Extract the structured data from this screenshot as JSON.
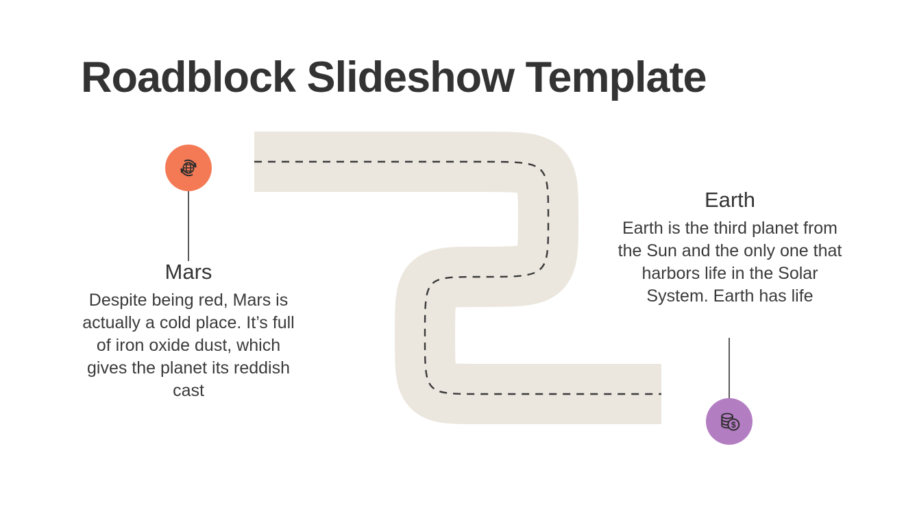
{
  "slide": {
    "background_color": "#ffffff",
    "title": "Roadblock Slideshow Template",
    "title_color": "#333333"
  },
  "road": {
    "color": "#EBE6DE",
    "center_line_color": "#3b3b3b",
    "center_line_style": "dashed",
    "shape": "s-curve"
  },
  "markers": [
    {
      "id": "mars",
      "icon_name": "globe-refresh-icon",
      "circle_color": "#F47A56",
      "icon_color": "#2b2b2b",
      "stem_color": "#5a5a5a",
      "position": "top-left"
    },
    {
      "id": "earth",
      "icon_name": "coins-dollar-icon",
      "circle_color": "#B37DC2",
      "icon_color": "#2b2b2b",
      "stem_color": "#5a5a5a",
      "position": "bottom-right"
    }
  ],
  "blocks": [
    {
      "id": "mars",
      "heading": "Mars",
      "body": "Despite being red, Mars is actually a cold place. It’s full of iron oxide dust, which gives the planet its reddish cast"
    },
    {
      "id": "earth",
      "heading": "Earth",
      "body": "Earth is the third planet from the Sun and the only one that harbors life in the Solar System. Earth has life"
    }
  ]
}
